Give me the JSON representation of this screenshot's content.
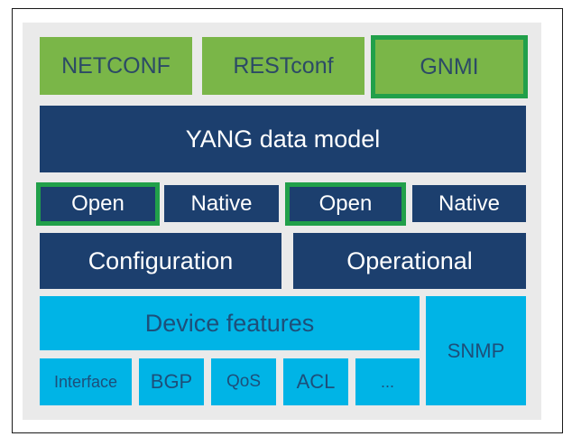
{
  "protocols": [
    {
      "label": "NETCONF",
      "highlighted": false
    },
    {
      "label": "RESTconf",
      "highlighted": false
    },
    {
      "label": "GNMI",
      "highlighted": true
    }
  ],
  "yang_model": {
    "label": "YANG data model"
  },
  "model_types": [
    {
      "label": "Open",
      "highlighted": true
    },
    {
      "label": "Native",
      "highlighted": false
    },
    {
      "label": "Open",
      "highlighted": true
    },
    {
      "label": "Native",
      "highlighted": false
    }
  ],
  "data_categories": [
    {
      "label": "Configuration"
    },
    {
      "label": "Operational"
    }
  ],
  "device_features": {
    "label": "Device features"
  },
  "features": [
    "Interface",
    "BGP",
    "QoS",
    "ACL",
    "..."
  ],
  "snmp": {
    "label": "SNMP"
  },
  "colors": {
    "protocol_green": "#7ab648",
    "highlight_border": "#21a04a",
    "model_navy": "#1c3f6e",
    "feature_cyan": "#00b4e6",
    "background_gray": "#eaeaea"
  }
}
